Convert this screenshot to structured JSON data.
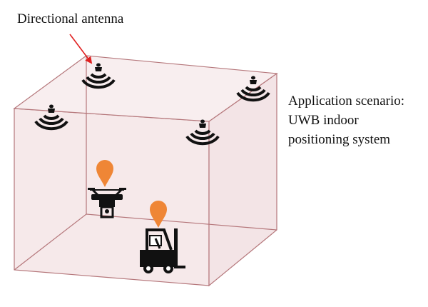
{
  "annotation": {
    "label": "Directional antenna",
    "arrow_color": "#e02020"
  },
  "scenario": {
    "lines": [
      "Application scenario:",
      "UWB indoor",
      "positioning system"
    ]
  },
  "colors": {
    "room_fill": "#f6e9ea",
    "room_stroke": "#b5777b",
    "marker": "#ef8636",
    "icon": "#111111"
  },
  "icons": {
    "antenna": "signal-waves-icon",
    "drone": "drone-icon",
    "forklift": "forklift-icon",
    "marker": "location-pin-icon"
  }
}
